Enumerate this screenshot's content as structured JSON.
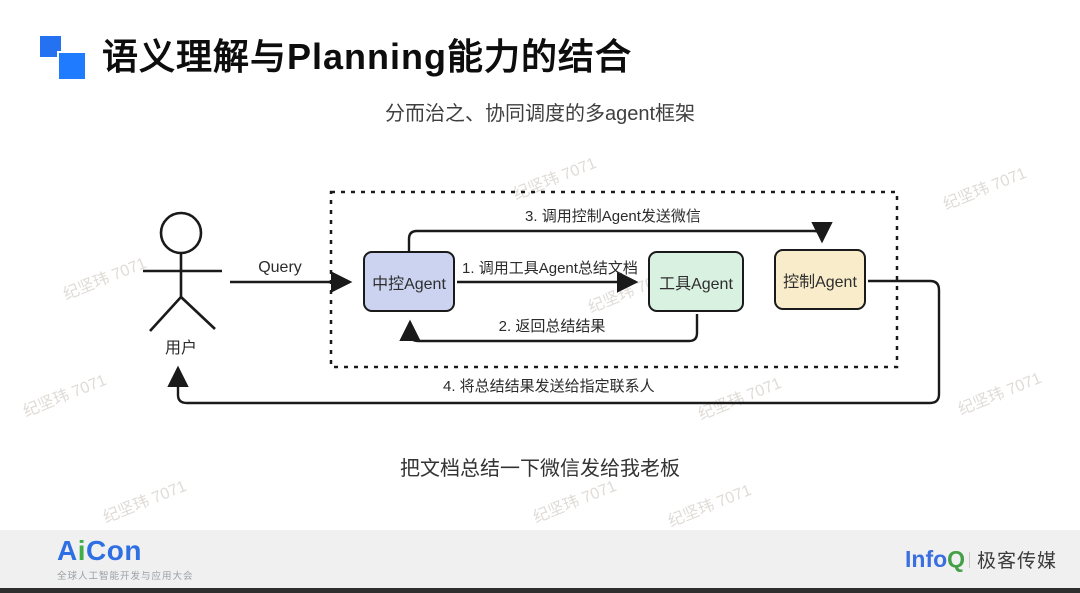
{
  "slide": {
    "title": "语义理解与Planning能力的结合",
    "subtitle": "分而治之、协同调度的多agent框架",
    "quote": "把文档总结一下微信发给我老板"
  },
  "diagram": {
    "user_label": "用户",
    "query_label": "Query",
    "agents": [
      {
        "id": "central-agent",
        "label": "中控Agent",
        "color": "#ccd3f0"
      },
      {
        "id": "tool-agent",
        "label": "工具Agent",
        "color": "#d8f1e0"
      },
      {
        "id": "control-agent",
        "label": "控制Agent",
        "color": "#f8ecca"
      }
    ],
    "steps": [
      "1. 调用工具Agent总结文档",
      "2. 返回总结结果",
      "3. 调用控制Agent发送微信",
      "4. 将总结结果发送给指定联系人"
    ]
  },
  "footer": {
    "aicon": {
      "part1": "A",
      "part2": "i",
      "part3": "Con",
      "tagline": "全球人工智能开发与应用大会"
    },
    "infoq": {
      "part1": "Info",
      "part2": "Q",
      "brand": "极客传媒"
    }
  },
  "watermark": {
    "text": "纪坚玮 7071"
  },
  "colors": {
    "accent_blue": "#1f7bff",
    "stroke": "#1a1a1a",
    "footer_bg": "#f0f0f0",
    "aicon_blue": "#2e6fe3",
    "aicon_green": "#3fae49",
    "infoq_blue": "#3b6fe0",
    "infoq_green": "#43a047"
  }
}
